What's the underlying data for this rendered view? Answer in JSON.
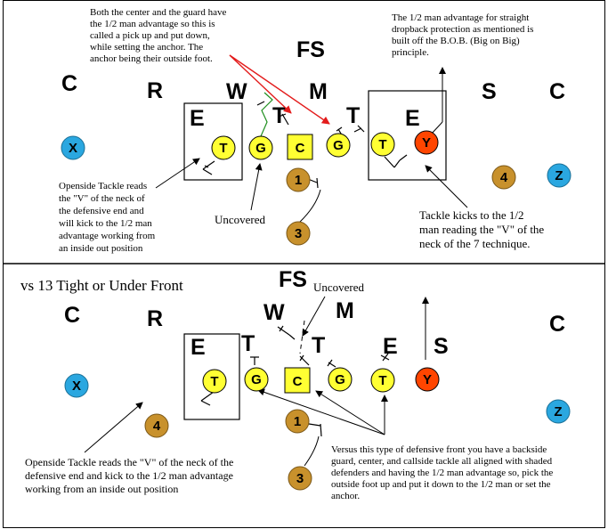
{
  "colors": {
    "yellow": "#ffff33",
    "x_blue": "#2aa7e0",
    "z_blue": "#2aa7e0",
    "back_gold": "#c8912c",
    "y_orange": "#ff4500",
    "red_line": "#e31b1b",
    "green_line": "#1f8f1f"
  },
  "top": {
    "note_center_guard": [
      "Both the center and the guard have",
      "the 1/2 man advantage so this is",
      "called a pick up and put down,",
      "while setting the anchor.  The",
      "anchor being their outside foot."
    ],
    "note_bob": [
      "The 1/2 man advantage for straight",
      "dropback protection as mentioned is",
      "built off the B.O.B. (Big on Big)",
      "principle."
    ],
    "note_openside": [
      "Openside Tackle reads",
      "the \"V\" of the neck of",
      "the defensive end and",
      "will kick to the 1/2 man",
      "advantage working from",
      "an inside out position"
    ],
    "note_tackle_kicks": [
      "Tackle kicks to the 1/2",
      "man reading the \"V\" of the",
      "neck of the 7 technique."
    ],
    "uncovered": "Uncovered",
    "defense": {
      "c_left": "C",
      "r": "R",
      "w": "W",
      "fs": "FS",
      "m": "M",
      "s": "S",
      "c_right": "C",
      "e_left": "E",
      "t_left": "T",
      "t_right": "T",
      "e_right": "E"
    },
    "offense": {
      "x": "X",
      "t_left": "T",
      "g_left": "G",
      "c": "C",
      "g_right": "G",
      "t_right": "T",
      "y": "Y",
      "b1": "1",
      "b3": "3",
      "b4": "4",
      "z": "Z"
    }
  },
  "bottom": {
    "title": "vs 13 Tight or Under Front",
    "uncovered": "Uncovered",
    "note_openside": [
      "Openside Tackle reads the \"V\" of the neck of the",
      " defensive end and kick to the 1/2 man advantage",
      "working from an inside out position"
    ],
    "note_versus": [
      "Versus this type of defensive front  you have a backside",
      "guard, center, and callside tackle all aligned with shaded",
      "defenders and having the 1/2 man advantage so, pick the",
      "outside foot up and put it down to the 1/2 man or set the",
      "anchor."
    ],
    "defense": {
      "c_left": "C",
      "r": "R",
      "fs": "FS",
      "w": "W",
      "m": "M",
      "c_right": "C",
      "e": "E",
      "t_left": "T",
      "t_right": "T",
      "e_right": "E",
      "s": "S"
    },
    "offense": {
      "x": "X",
      "t_left": "T",
      "g_left": "G",
      "c": "C",
      "g_right": "G",
      "t_right": "T",
      "y": "Y",
      "b4": "4",
      "b1": "1",
      "b3": "3",
      "z": "Z"
    }
  }
}
